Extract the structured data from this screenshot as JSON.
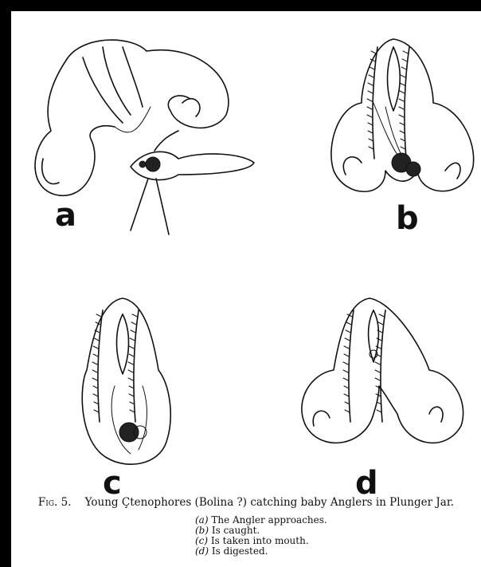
{
  "figure": {
    "panel_labels": [
      "a",
      "b",
      "c",
      "d"
    ],
    "caption_label": "Fig. 5.",
    "caption_text": "Young Çtenophores (Bolina ?) catching baby Anglers in Plunger Jar.",
    "legend": [
      {
        "key": "(a)",
        "text": "The Angler approaches."
      },
      {
        "key": "(b)",
        "text": "Is caught."
      },
      {
        "key": "(c)",
        "text": "Is taken into mouth."
      },
      {
        "key": "(d)",
        "text": "Is digested."
      }
    ]
  },
  "colors": {
    "border": "#000000",
    "paper": "#ffffff",
    "ink": "#111111"
  }
}
